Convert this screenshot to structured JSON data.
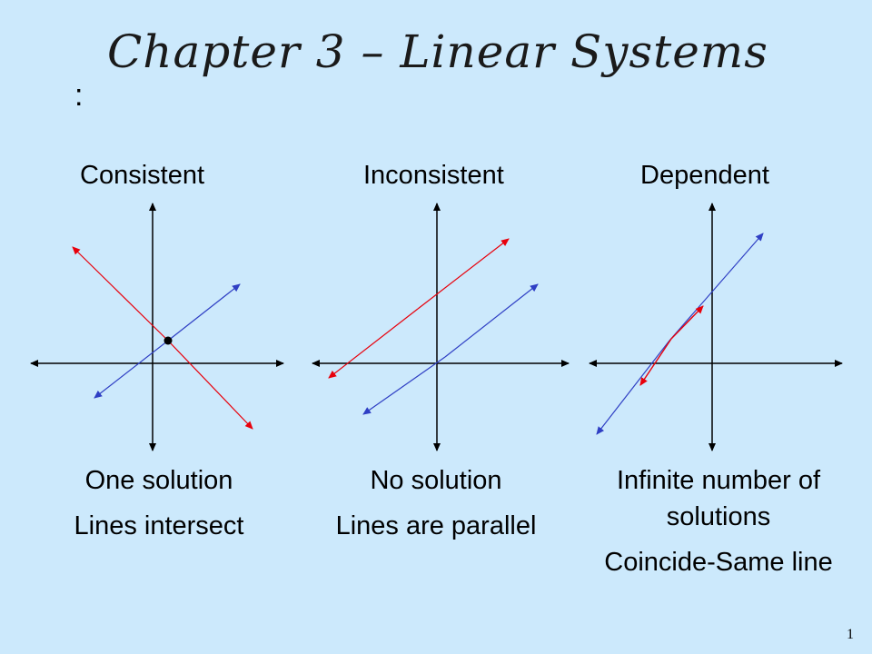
{
  "slide": {
    "title": "Chapter 3 – Linear Systems",
    "colon": ":",
    "page_number": "1"
  },
  "columns": [
    {
      "heading": "Consistent",
      "caption_lines": [
        "One solution",
        "Lines intersect"
      ]
    },
    {
      "heading": "Inconsistent",
      "caption_lines": [
        "No solution",
        "Lines are parallel"
      ]
    },
    {
      "heading": "Dependent",
      "caption_lines": [
        "Infinite number of solutions",
        "Coincide-Same line"
      ]
    }
  ],
  "colors": {
    "background": "#cce9fc",
    "red_line": "#e8000b",
    "blue_line": "#2f3fc4",
    "axes": "#000000"
  },
  "icons": {
    "intersection_point": "filled-dot-icon"
  }
}
